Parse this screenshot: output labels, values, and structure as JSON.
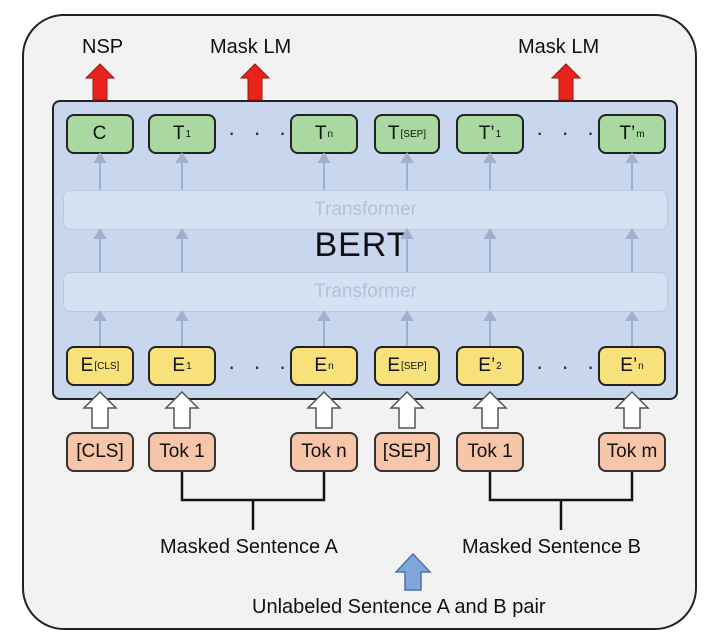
{
  "outputs": {
    "nsp": "NSP",
    "mask_lm_a": "Mask LM",
    "mask_lm_b": "Mask LM"
  },
  "model": {
    "name": "BERT",
    "layer_upper": "Transformer",
    "layer_lower": "Transformer"
  },
  "output_tokens": [
    {
      "main": "C",
      "sub": ""
    },
    {
      "main": "T",
      "sub": "1"
    },
    {
      "main": "T",
      "sub": "n"
    },
    {
      "main": "T",
      "sub": "[SEP]"
    },
    {
      "main": "T’",
      "sub": "1"
    },
    {
      "main": "T’",
      "sub": "m"
    }
  ],
  "embeddings": [
    {
      "main": "E",
      "sub": "[CLS]"
    },
    {
      "main": "E",
      "sub": "1"
    },
    {
      "main": "E",
      "sub": "n"
    },
    {
      "main": "E",
      "sub": "[SEP]"
    },
    {
      "main": "E’",
      "sub": "2"
    },
    {
      "main": "E’",
      "sub": "n"
    }
  ],
  "inputs": [
    "[CLS]",
    "Tok 1",
    "Tok n",
    "[SEP]",
    "Tok 1",
    "Tok m"
  ],
  "ellipsis": "· · ·",
  "sentences": {
    "a": "Masked Sentence A",
    "b": "Masked Sentence B",
    "pair": "Unlabeled Sentence A and B pair"
  },
  "colors": {
    "output_token": "#a9d8a1",
    "embedding": "#f8e07a",
    "input_token": "#f7c6a9",
    "model_box": "#c9d7ee",
    "task_arrow": "#e8231b",
    "input_arrow": "#7fa7d9"
  }
}
